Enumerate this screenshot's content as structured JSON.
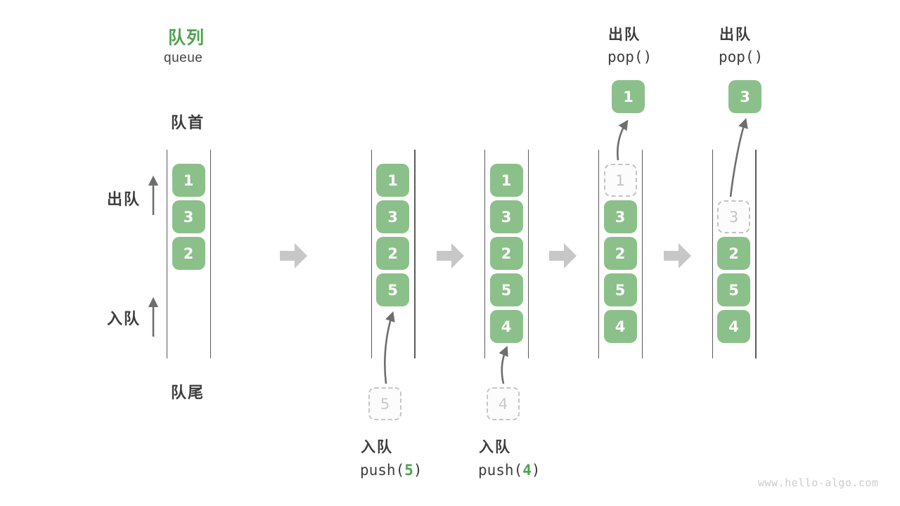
{
  "title": {
    "zh": "队列",
    "en": "queue"
  },
  "side_labels": {
    "front": "队首",
    "rear": "队尾",
    "dequeue": "出队",
    "enqueue": "入队"
  },
  "watermark": "www.hello-algo.com",
  "colors": {
    "box_green": "#8CC08A",
    "accent_green": "#4DA34D",
    "text_dark": "#3D3D3D",
    "ghost_gray": "#C3C3C3",
    "block_arrow_gray": "#C7C7C7",
    "thin_arrow_gray": "#6E6E6E"
  },
  "columns": [
    {
      "name": "queue-state-initial",
      "cells": [
        {
          "value": "1",
          "slot": 0,
          "state": "solid"
        },
        {
          "value": "3",
          "slot": 1,
          "state": "solid"
        },
        {
          "value": "2",
          "slot": 2,
          "state": "solid"
        }
      ]
    },
    {
      "name": "queue-state-after-push-5",
      "cells": [
        {
          "value": "1",
          "slot": 0,
          "state": "solid"
        },
        {
          "value": "3",
          "slot": 1,
          "state": "solid"
        },
        {
          "value": "2",
          "slot": 2,
          "state": "solid"
        },
        {
          "value": "5",
          "slot": 3,
          "state": "solid"
        }
      ],
      "incoming": {
        "value": "5"
      },
      "op_bottom": {
        "zh": "入队",
        "code_pre": "push(",
        "code_num": "5",
        "code_post": ")"
      }
    },
    {
      "name": "queue-state-after-push-4",
      "cells": [
        {
          "value": "1",
          "slot": 0,
          "state": "solid"
        },
        {
          "value": "3",
          "slot": 1,
          "state": "solid"
        },
        {
          "value": "2",
          "slot": 2,
          "state": "solid"
        },
        {
          "value": "5",
          "slot": 3,
          "state": "solid"
        },
        {
          "value": "4",
          "slot": 4,
          "state": "solid"
        }
      ],
      "incoming": {
        "value": "4"
      },
      "op_bottom": {
        "zh": "入队",
        "code_pre": "push(",
        "code_num": "4",
        "code_post": ")"
      }
    },
    {
      "name": "queue-state-after-pop-1",
      "cells": [
        {
          "value": "1",
          "slot": 0,
          "state": "ghost"
        },
        {
          "value": "3",
          "slot": 1,
          "state": "solid"
        },
        {
          "value": "2",
          "slot": 2,
          "state": "solid"
        },
        {
          "value": "5",
          "slot": 3,
          "state": "solid"
        },
        {
          "value": "4",
          "slot": 4,
          "state": "solid"
        }
      ],
      "popped": {
        "value": "1"
      },
      "op_top": {
        "zh": "出队",
        "code": "pop()"
      }
    },
    {
      "name": "queue-state-after-pop-3",
      "cells": [
        {
          "value": "3",
          "slot": 1,
          "state": "ghost"
        },
        {
          "value": "2",
          "slot": 2,
          "state": "solid"
        },
        {
          "value": "5",
          "slot": 3,
          "state": "solid"
        },
        {
          "value": "4",
          "slot": 4,
          "state": "solid"
        }
      ],
      "popped": {
        "value": "3"
      },
      "op_top": {
        "zh": "出队",
        "code": "pop()"
      }
    }
  ]
}
